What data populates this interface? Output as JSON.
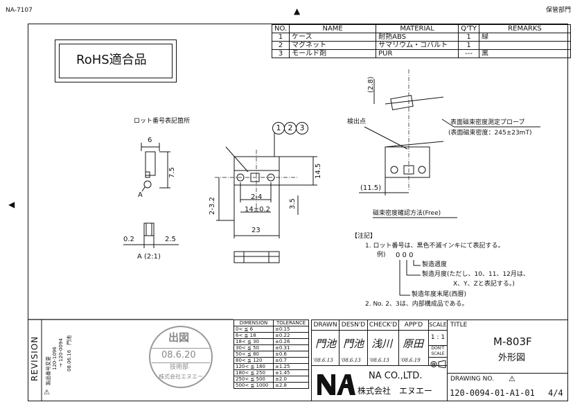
{
  "header": {
    "doc_code": "NA-7107",
    "top_right": "保管部門",
    "center_mark": "▲",
    "left_mark": "◀"
  },
  "rohs": "RoHS適合品",
  "parts_table": {
    "headers": [
      "NO.",
      "NAME",
      "MATERIAL",
      "Q'TY",
      "REMARKS"
    ],
    "rows": [
      {
        "no": "1",
        "name": "ケース",
        "material": "耐熱ABS",
        "qty": "1",
        "remarks": "緑"
      },
      {
        "no": "2",
        "name": "マグネット",
        "material": "サマリウム・コバルト",
        "qty": "1",
        "remarks": ""
      },
      {
        "no": "3",
        "name": "モールド剤",
        "material": "PUR",
        "qty": "---",
        "remarks": "黒"
      }
    ]
  },
  "drawing": {
    "lot_label": "ロット番号表記箇所",
    "balloons": [
      "1",
      "2",
      "3"
    ],
    "dims": {
      "d6": "6",
      "d75": "7.5",
      "a": "A",
      "d02": "0.2",
      "d25": "2.5",
      "a21": "A (2:1)",
      "d232": "2-3.2",
      "d24": "2-4",
      "d14": "14±0.2",
      "d35": "3.5",
      "d145": "14.5",
      "d23": "23",
      "d28": "(2.8)",
      "d115": "(11.5)"
    },
    "detect_point": "検出点",
    "probe_label": "表面磁束密度測定プローブ",
    "probe_value": "(表面磁束密度：245±23mT)",
    "method_label": "磁束密度確認方法(Free)"
  },
  "notes": {
    "title": "【注記】",
    "n1": "1. ロット番号は、黒色不滅インキにて表記する。",
    "example": "例)",
    "digits": "0 0 0",
    "week": "製造週度",
    "month1": "製造月度(ただし、10、11、12月は、",
    "month2": "X、Y、Zと表記する。)",
    "year": "製造年度末尾(西暦)",
    "n2": "2. No. 2、3は、内部構成品である。"
  },
  "revision": {
    "label": "REVISION",
    "mark": "⚠",
    "line1": "製品番号変更",
    "line2": "120-1096",
    "line3": "→ 120-0094",
    "line4": "08.06.16　門池"
  },
  "stamp": {
    "top": "出図",
    "date": "08.6.20",
    "dept": "技術部",
    "company": "株式会社エヌエー"
  },
  "tolerance": {
    "headers": [
      "DIMENSION",
      "TOLERANCE"
    ],
    "rows": [
      [
        "0<  ≦  6",
        "±0.15"
      ],
      [
        "6<  ≦  18",
        "±0.22"
      ],
      [
        "18<  ≦  30",
        "±0.26"
      ],
      [
        "30<  ≦  50",
        "±0.31"
      ],
      [
        "50<  ≦  80",
        "±0.6"
      ],
      [
        "80<  ≦  120",
        "±0.7"
      ],
      [
        "120<  ≦  180",
        "±1.25"
      ],
      [
        "180<  ≦  250",
        "±1.45"
      ],
      [
        "250<  ≦  500",
        "±2.0"
      ],
      [
        "500<  ≦ 1000",
        "±2.8"
      ]
    ]
  },
  "title_block": {
    "drawn": "DRAWN",
    "desnd": "DESN'D",
    "checkd": "CHECK'D",
    "appd": "APP'D",
    "sig_drawn": "門池",
    "sig_desnd": "門池",
    "sig_check": "浅川",
    "sig_app": "原田",
    "date_drawn": "'08.6.13",
    "date_desnd": "'08.6.13",
    "date_check": "'08.6.13",
    "date_app": "'08.6.19",
    "scale_label": "SCALE",
    "scale_value": "1 : 1",
    "dont_scale": "DON'T SCALE",
    "title_label": "TITLE",
    "model": "M-803F",
    "drawing_type": "外形図",
    "company_en": "NA CO.,LTD.",
    "company_jp": "株式会社　エヌエー",
    "drawing_no_label": "DRAWING NO.",
    "drawing_no": "120-0094-01-A1-01",
    "sheet": "4/4",
    "rev_mark": "⚠"
  }
}
